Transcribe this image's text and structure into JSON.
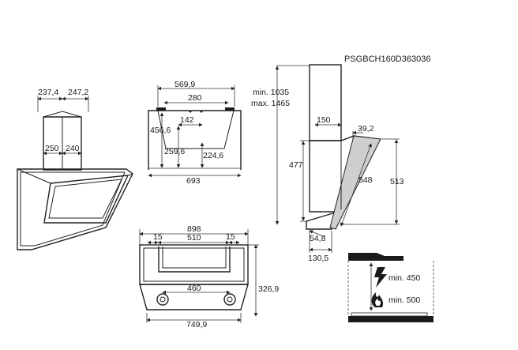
{
  "code": "PSGBCH160D363036",
  "side_view": {
    "chimney_width_left": "237,4",
    "chimney_width_right": "247,2",
    "chimney_inner_left": "250",
    "chimney_inner_right": "240"
  },
  "bracket_view": {
    "total_width": "569,9",
    "inner_width": "280",
    "height_a": "456,6",
    "offset_142": "142",
    "height_b": "259,6",
    "height_c": "224,6",
    "bottom_width": "693"
  },
  "top_view": {
    "total_width": "898",
    "left_margin": "15",
    "inner_width": "510",
    "right_margin": "15",
    "depth": "326,9",
    "knob_spacing": "460",
    "front_width": "749,9"
  },
  "profile_view": {
    "min_height_label": "min. 1035",
    "max_height_label": "max. 1465",
    "chimney_width": "150",
    "angle_offset": "39,2",
    "body_height": "477",
    "glass_length": "548",
    "total_depth_height": "513",
    "bottom_gap": "54,8",
    "bottom_depth": "130,5"
  },
  "clearance": {
    "electric_label": "min. 450",
    "gas_label": "min. 500",
    "electric_icon": "lightning-icon",
    "gas_icon": "flame-icon"
  }
}
